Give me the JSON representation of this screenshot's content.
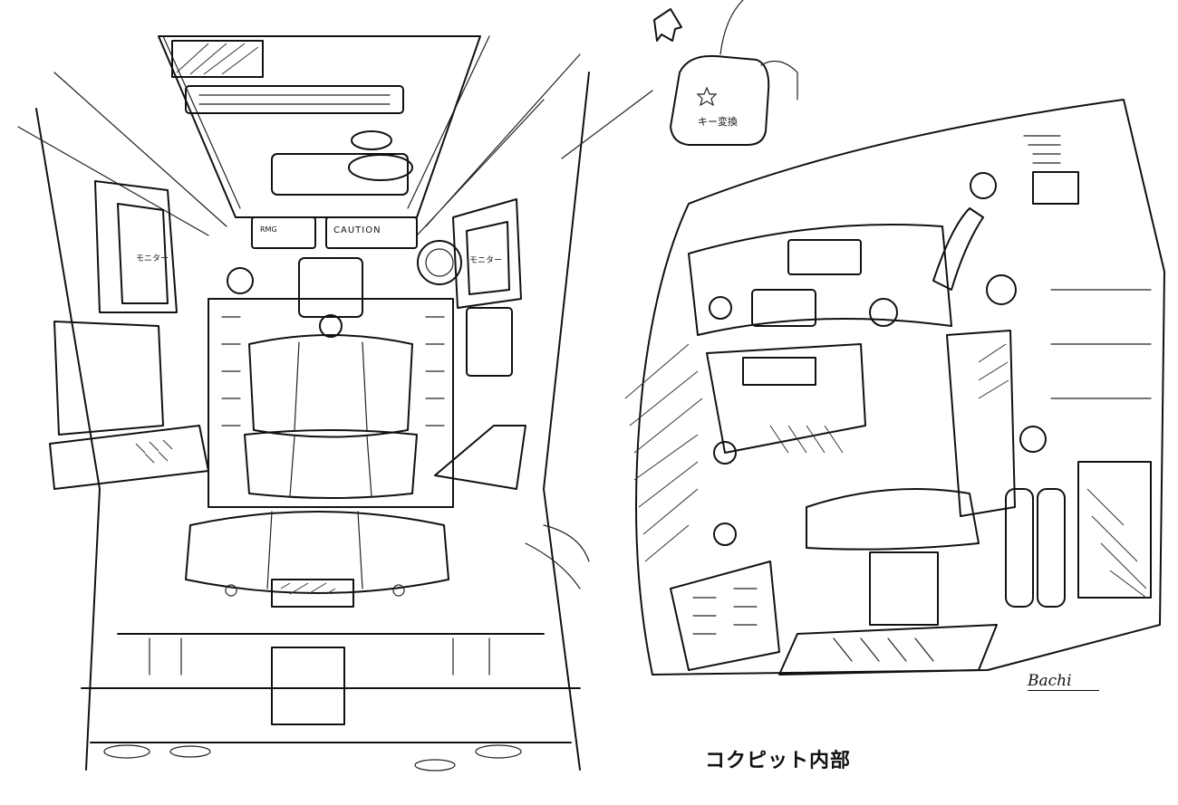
{
  "caption": "コクピット内部",
  "labels": {
    "monitor_left": "モニター",
    "monitor_right": "モニター",
    "key_label": "キー変換",
    "panel_left": "RMG",
    "panel_right": "CAUTION"
  },
  "signature": "Bachi",
  "icons": [
    "arrow-down-left-icon",
    "star-icon"
  ]
}
